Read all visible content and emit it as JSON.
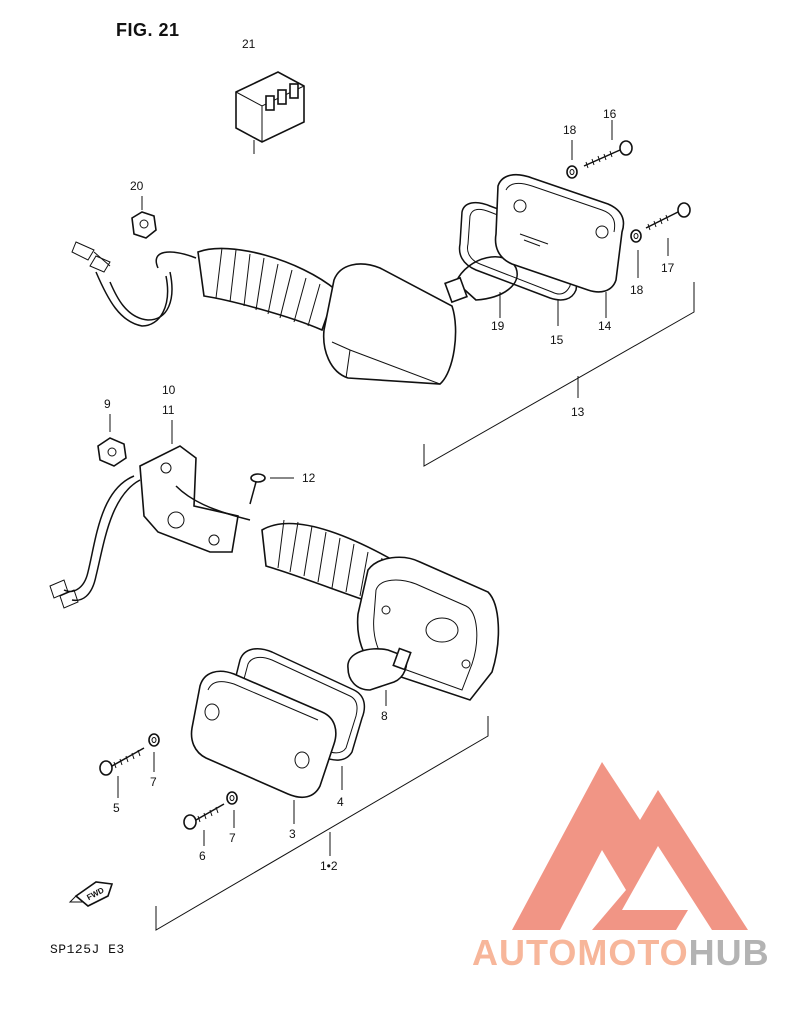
{
  "figure": {
    "title": "FIG. 21",
    "model": "SP125J  E3"
  },
  "callouts": {
    "p1_2": "1•2",
    "p3": "3",
    "p4": "4",
    "p5": "5",
    "p6": "6",
    "p7a": "7",
    "p7b": "7",
    "p8": "8",
    "p9": "9",
    "p10": "10",
    "p11": "11",
    "p12": "12",
    "p13": "13",
    "p14": "14",
    "p15": "15",
    "p16": "16",
    "p17": "17",
    "p18a": "18",
    "p18b": "18",
    "p19": "19",
    "p20": "20",
    "p21": "21"
  },
  "direction_marker": {
    "label": "FWD",
    "icon": "forward-arrow-icon"
  },
  "watermark": {
    "text_part1": "AUTOMOTO",
    "text_part2": "HUB",
    "color_primary": "#f08a78",
    "color_secondary": "#b3b3b3",
    "icon": "automotohub-logo-icon"
  }
}
